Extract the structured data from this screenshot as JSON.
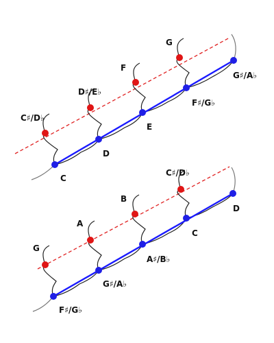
{
  "colors": {
    "blue_line": "#1a1aff",
    "blue_node": "#1f1fe6",
    "red_line": "#e02020",
    "red_node": "#e01515",
    "arc": "#222222",
    "tail": "#777777"
  },
  "diagrams": [
    {
      "id": "top",
      "blue_notes": [
        "C",
        "D",
        "E",
        "F♯/G♭",
        "G♯/A♭"
      ],
      "red_notes": [
        "C♯/D♭",
        "D♯/E♭",
        "F",
        "G"
      ]
    },
    {
      "id": "bottom",
      "blue_notes": [
        "F♯/G♭",
        "G♯/A♭",
        "A♯/B♭",
        "C",
        "D"
      ],
      "red_notes": [
        "G",
        "A",
        "B",
        "C♯/D♭"
      ]
    }
  ]
}
